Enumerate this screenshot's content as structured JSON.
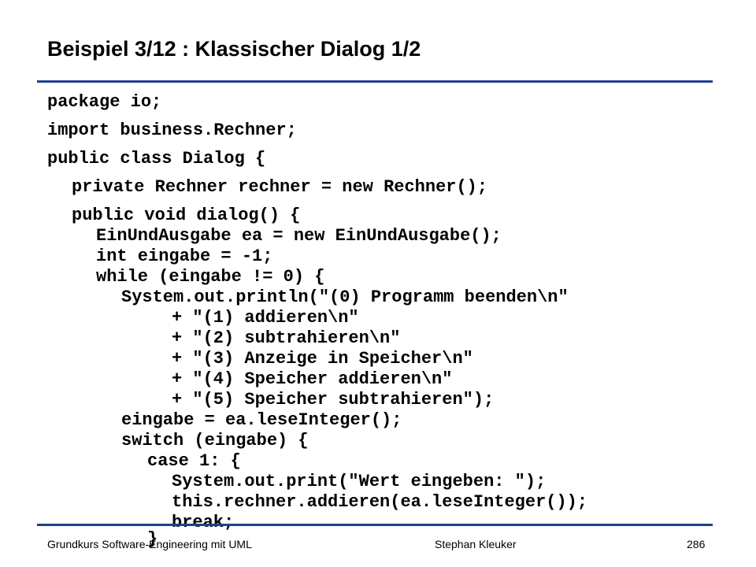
{
  "slide": {
    "title": "Beispiel 3/12 : Klassischer Dialog 1/2",
    "accent_color": "#1f3f8f",
    "code_lines": [
      "package io;",
      "import business.Rechner;",
      "public class Dialog {",
      "private Rechner rechner = new Rechner();",
      "public void dialog() {",
      "EinUndAusgabe ea = new EinUndAusgabe();",
      "int eingabe = -1;",
      "while (eingabe != 0) {",
      "System.out.println(\"(0) Programm beenden\\n\"",
      "+ \"(1) addieren\\n\"",
      "+ \"(2) subtrahieren\\n\"",
      "+ \"(3) Anzeige in Speicher\\n\"",
      "+ \"(4) Speicher addieren\\n\"",
      "+ \"(5) Speicher subtrahieren\");",
      "eingabe = ea.leseInteger();",
      "switch (eingabe) {",
      "case 1: {",
      "System.out.print(\"Wert eingeben: \");",
      "this.rechner.addieren(ea.leseInteger());",
      "break;",
      "}"
    ]
  },
  "footer": {
    "left": "Grundkurs Software-Engineering mit UML",
    "center": "Stephan Kleuker",
    "page": "286"
  }
}
